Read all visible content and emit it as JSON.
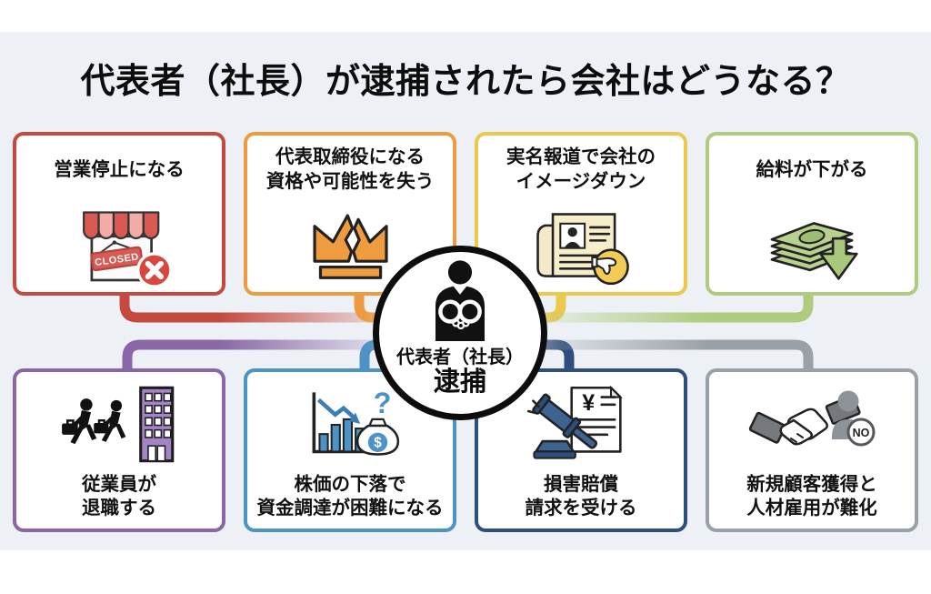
{
  "title": "代表者（社長）が逮捕されたら会社はどうなる？",
  "colors": {
    "page_background": "#ffffff",
    "band_background": "#edf1f6",
    "title_text": "#0d0d0d",
    "center_border": "#0d0d0d"
  },
  "center": {
    "icon": "handcuffed-president-icon",
    "line1": "代表者（社長）",
    "line2": "逮捕"
  },
  "boxes": [
    {
      "id": "business-suspension",
      "lines": [
        "営業停止になる"
      ],
      "color": "#c4493f",
      "icon": "closed-store-icon",
      "icon_sign_text": "CLOSED"
    },
    {
      "id": "lose-director-qualification",
      "lines": [
        "代表取締役になる",
        "資格や可能性を失う"
      ],
      "color": "#ec9b40",
      "icon": "broken-crown-icon"
    },
    {
      "id": "company-image-down",
      "lines": [
        "実名報道で会社の",
        "イメージダウン"
      ],
      "color": "#ecc84e",
      "icon": "newspaper-bad-press-icon"
    },
    {
      "id": "salary-decrease",
      "lines": [
        "給料が下がる"
      ],
      "color": "#aecb7e",
      "icon": "money-down-arrow-icon"
    },
    {
      "id": "employees-resign",
      "lines": [
        "従業員が",
        "退職する"
      ],
      "color": "#8a66a6",
      "icon": "resigning-employees-icon"
    },
    {
      "id": "funding-difficulty",
      "lines": [
        "株価の下落で",
        "資金調達が困難になる"
      ],
      "color": "#4d93c6",
      "icon": "stock-decline-money-icon"
    },
    {
      "id": "damage-compensation",
      "lines": [
        "損害賠償",
        "請求を受ける"
      ],
      "color": "#2e4e7e",
      "icon": "gavel-claim-document-icon",
      "icon_currency": "¥"
    },
    {
      "id": "customer-hiring-difficulty",
      "lines": [
        "新規顧客獲得と",
        "人材雇用が難化"
      ],
      "color": "#9aa0a7",
      "icon": "handshake-rejected-icon",
      "icon_badge_text": "NO"
    }
  ]
}
